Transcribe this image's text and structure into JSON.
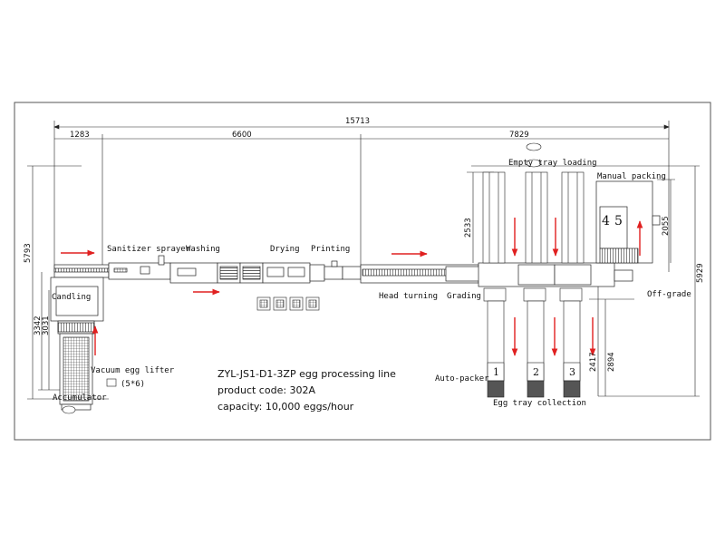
{
  "dimensions": {
    "total": "15713",
    "d1": "1283",
    "d2": "6600",
    "d3": "7829",
    "left_5793": "5793",
    "left_3342": "3342",
    "left_3031": "3031",
    "tray_2533": "2533",
    "pack_2055": "2055",
    "right_5929": "5929",
    "low_2417": "2417",
    "low_2894": "2894"
  },
  "labels": {
    "sanitizer": "Sanitizer sprayer",
    "washing": "Washing",
    "drying": "Drying",
    "printing": "Printing",
    "empty_tray": "Empty tray loading",
    "manual_packing": "Manual packing",
    "candling": "Candling",
    "head_turning": "Head turning",
    "grading": "Grading",
    "off_grade": "Off-grade",
    "vacuum": "Vacuum egg lifter",
    "vacuum_note": "(5*6)",
    "accumulator": "Accumulator",
    "auto_packer": "Auto-packer",
    "tray_collection": "Egg tray collection",
    "pack_4": "4",
    "pack_5": "5",
    "out_1": "1",
    "out_2": "2",
    "out_3": "3"
  },
  "info": {
    "line1": "ZYL-JS1-D1-3ZP egg processing line",
    "line2": "product code: 302A",
    "line3": "capacity: 10,000 eggs/hour"
  },
  "colors": {
    "line": "#222222",
    "arrow": "#e02020",
    "border": "#555555"
  }
}
